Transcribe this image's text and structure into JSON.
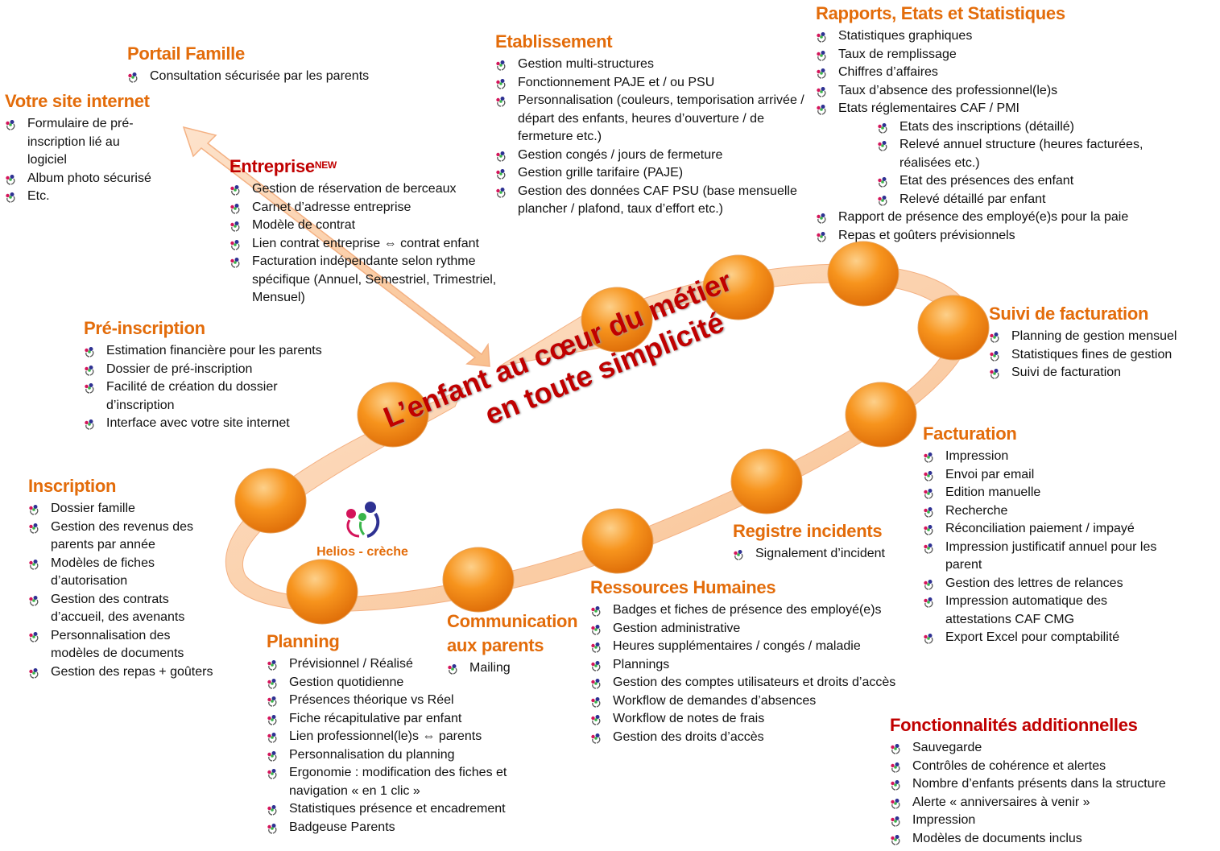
{
  "center": {
    "line1": "L’enfant au cœur du métier",
    "line2": "en toute simplicité"
  },
  "logo": {
    "name": "Helios - crèche"
  },
  "colors": {
    "heading": "#e36c0a",
    "heading_red": "#c00000",
    "sphere": "#f7941d",
    "band": "#fbd5b5"
  },
  "sections": [
    {
      "id": "portail",
      "title": "Portail Famille",
      "items": [
        {
          "text": "Consultation sécurisée par les parents"
        }
      ]
    },
    {
      "id": "site",
      "title": "Votre site internet",
      "items": [
        {
          "text": "Formulaire de pré-inscription lié au logiciel"
        },
        {
          "text": "Album photo sécurisé"
        },
        {
          "text": "Etc."
        }
      ]
    },
    {
      "id": "entreprise",
      "title": "Entreprise",
      "badge": "NEW",
      "red": true,
      "items": [
        {
          "text": "Gestion de réservation de berceaux"
        },
        {
          "text": "Carnet d’adresse entreprise"
        },
        {
          "text": "Modèle de contrat"
        },
        {
          "text": "Lien contrat entreprise ⇔ contrat enfant"
        },
        {
          "text": "Facturation indépendante selon rythme spécifique (Annuel, Semestriel, Trimestriel, Mensuel)"
        }
      ]
    },
    {
      "id": "etablissement",
      "title": "Etablissement",
      "items": [
        {
          "text": "Gestion multi-structures"
        },
        {
          "text": "Fonctionnement PAJE et / ou PSU"
        },
        {
          "text": "Personnalisation (couleurs, temporisation arrivée / départ des enfants, heures d’ouverture / de fermeture etc.)"
        },
        {
          "text": "Gestion congés / jours de fermeture"
        },
        {
          "text": "Gestion grille tarifaire (PAJE)"
        },
        {
          "text": "Gestion des données CAF PSU (base mensuelle plancher / plafond, taux d’effort etc.)"
        }
      ]
    },
    {
      "id": "rapports",
      "title": "Rapports, Etats et Statistiques",
      "items": [
        {
          "text": "Statistiques graphiques"
        },
        {
          "text": "Taux de remplissage"
        },
        {
          "text": "Chiffres d’affaires"
        },
        {
          "text": "Taux d’absence des professionnel(le)s"
        },
        {
          "text": "Etats réglementaires CAF / PMI"
        },
        {
          "text": "Etats des inscriptions (détaillé)",
          "sub": true
        },
        {
          "text": "Relevé annuel structure (heures facturées, réalisées etc.)",
          "sub": true
        },
        {
          "text": "Etat des présences des enfant",
          "sub": true
        },
        {
          "text": "Relevé détaillé par enfant",
          "sub": true
        },
        {
          "text": "Rapport de présence des employé(e)s pour la paie"
        },
        {
          "text": "Repas et goûters prévisionnels"
        }
      ]
    },
    {
      "id": "suivi",
      "title": "Suivi de facturation",
      "items": [
        {
          "text": "Planning de gestion mensuel"
        },
        {
          "text": "Statistiques fines de gestion"
        },
        {
          "text": "Suivi de facturation"
        }
      ]
    },
    {
      "id": "facturation",
      "title": "Facturation",
      "items": [
        {
          "text": "Impression"
        },
        {
          "text": "Envoi par email"
        },
        {
          "text": "Edition manuelle"
        },
        {
          "text": "Recherche"
        },
        {
          "text": "Réconciliation paiement / impayé"
        },
        {
          "text": "Impression justificatif annuel pour les parent"
        },
        {
          "text": "Gestion des lettres de relances"
        },
        {
          "text": "Impression automatique des attestations CAF CMG"
        },
        {
          "text": "Export Excel pour comptabilité"
        }
      ]
    },
    {
      "id": "registre",
      "title": "Registre incidents",
      "items": [
        {
          "text": "Signalement d’incident"
        }
      ]
    },
    {
      "id": "rh",
      "title": "Ressources Humaines",
      "items": [
        {
          "text": "Badges et fiches de présence des employé(e)s"
        },
        {
          "text": "Gestion administrative"
        },
        {
          "text": "Heures supplémentaires / congés / maladie"
        },
        {
          "text": "Plannings"
        },
        {
          "text": "Gestion des comptes utilisateurs et droits d’accès"
        },
        {
          "text": "Workflow de demandes d’absences"
        },
        {
          "text": "Workflow de notes de frais"
        },
        {
          "text": "Gestion des droits d’accès"
        }
      ]
    },
    {
      "id": "fonctions",
      "title": "Fonctionnalités additionnelles",
      "red": true,
      "items": [
        {
          "text": "Sauvegarde"
        },
        {
          "text": "Contrôles de cohérence et alertes"
        },
        {
          "text": "Nombre d’enfants présents dans la structure"
        },
        {
          "text": "Alerte « anniversaires à venir »"
        },
        {
          "text": "Impression"
        },
        {
          "text": "Modèles de documents inclus"
        }
      ]
    },
    {
      "id": "communication",
      "title": "Communication aux parents",
      "items": [
        {
          "text": "Mailing"
        }
      ]
    },
    {
      "id": "planning",
      "title": "Planning",
      "items": [
        {
          "text": "Prévisionnel / Réalisé"
        },
        {
          "text": "Gestion quotidienne"
        },
        {
          "text": "Présences théorique vs Réel"
        },
        {
          "text": "Fiche récapitulative par enfant"
        },
        {
          "text": "Lien professionnel(le)s ⇔ parents"
        },
        {
          "text": "Personnalisation du planning"
        },
        {
          "text": "Ergonomie : modification des fiches et navigation « en 1 clic »"
        },
        {
          "text": "Statistiques présence et encadrement"
        },
        {
          "text": "Badgeuse Parents"
        }
      ]
    },
    {
      "id": "inscription",
      "title": "Inscription",
      "items": [
        {
          "text": "Dossier famille"
        },
        {
          "text": "Gestion des revenus des parents par année"
        },
        {
          "text": "Modèles de fiches d’autorisation"
        },
        {
          "text": "Gestion des contrats d’accueil, des avenants"
        },
        {
          "text": "Personnalisation des modèles de documents"
        },
        {
          "text": "Gestion des repas + goûters"
        }
      ]
    },
    {
      "id": "preinscription",
      "title": "Pré-inscription",
      "items": [
        {
          "text": "Estimation financière pour les parents"
        },
        {
          "text": "Dossier de pré-inscription"
        },
        {
          "text": "Facilité de création du dossier d’inscription"
        },
        {
          "text": "Interface avec votre site internet"
        }
      ]
    }
  ]
}
